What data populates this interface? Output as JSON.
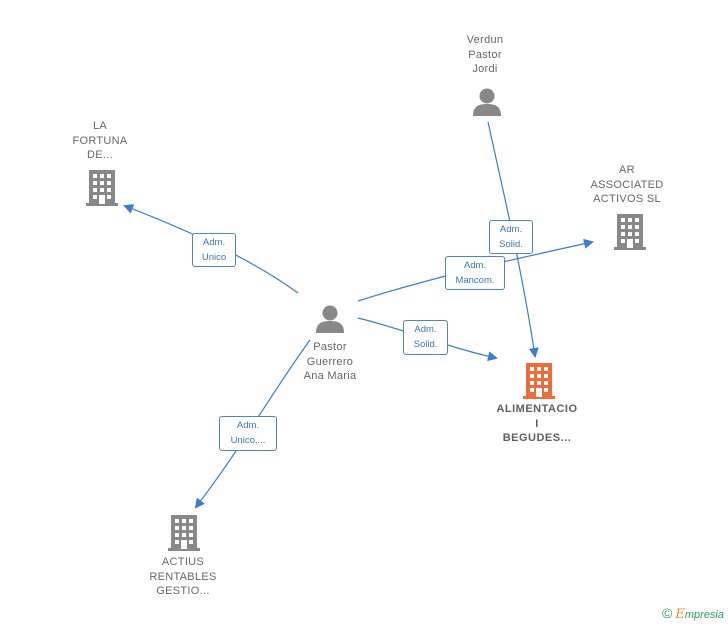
{
  "nodes": {
    "la_fortuna": {
      "label": "LA\nFORTUNA\nDE...",
      "type": "company"
    },
    "verdun": {
      "label": "Verdun\nPastor\nJordi",
      "type": "person"
    },
    "ar_associated": {
      "label": "AR\nASSOCIATED\nACTIVOS  SL",
      "type": "company"
    },
    "pastor_guerrero": {
      "label": "Pastor\nGuerrero\nAna Maria",
      "type": "person"
    },
    "alimentacio": {
      "label": "ALIMENTACIO\nI\nBEGUDES...",
      "type": "company-focus"
    },
    "actius": {
      "label": "ACTIUS\nRENTABLES\nGESTIO...",
      "type": "company"
    }
  },
  "edges": {
    "to_la_fortuna": "Adm.\nUnico",
    "verdun_to_alimentacio": "Adm.\nSolid.",
    "to_ar_associated": "Adm.\nMancom.",
    "to_alimentacio": "Adm.\nSolid.",
    "to_actius": "Adm.\nUnico,..."
  },
  "brand": {
    "copyright": "©",
    "name_initial": "E",
    "name_rest": "mpresia"
  },
  "colors": {
    "edge": "#3a7bd5",
    "person_icon": "#888888",
    "company_icon": "#888888",
    "focus_icon": "#f06a3a"
  }
}
